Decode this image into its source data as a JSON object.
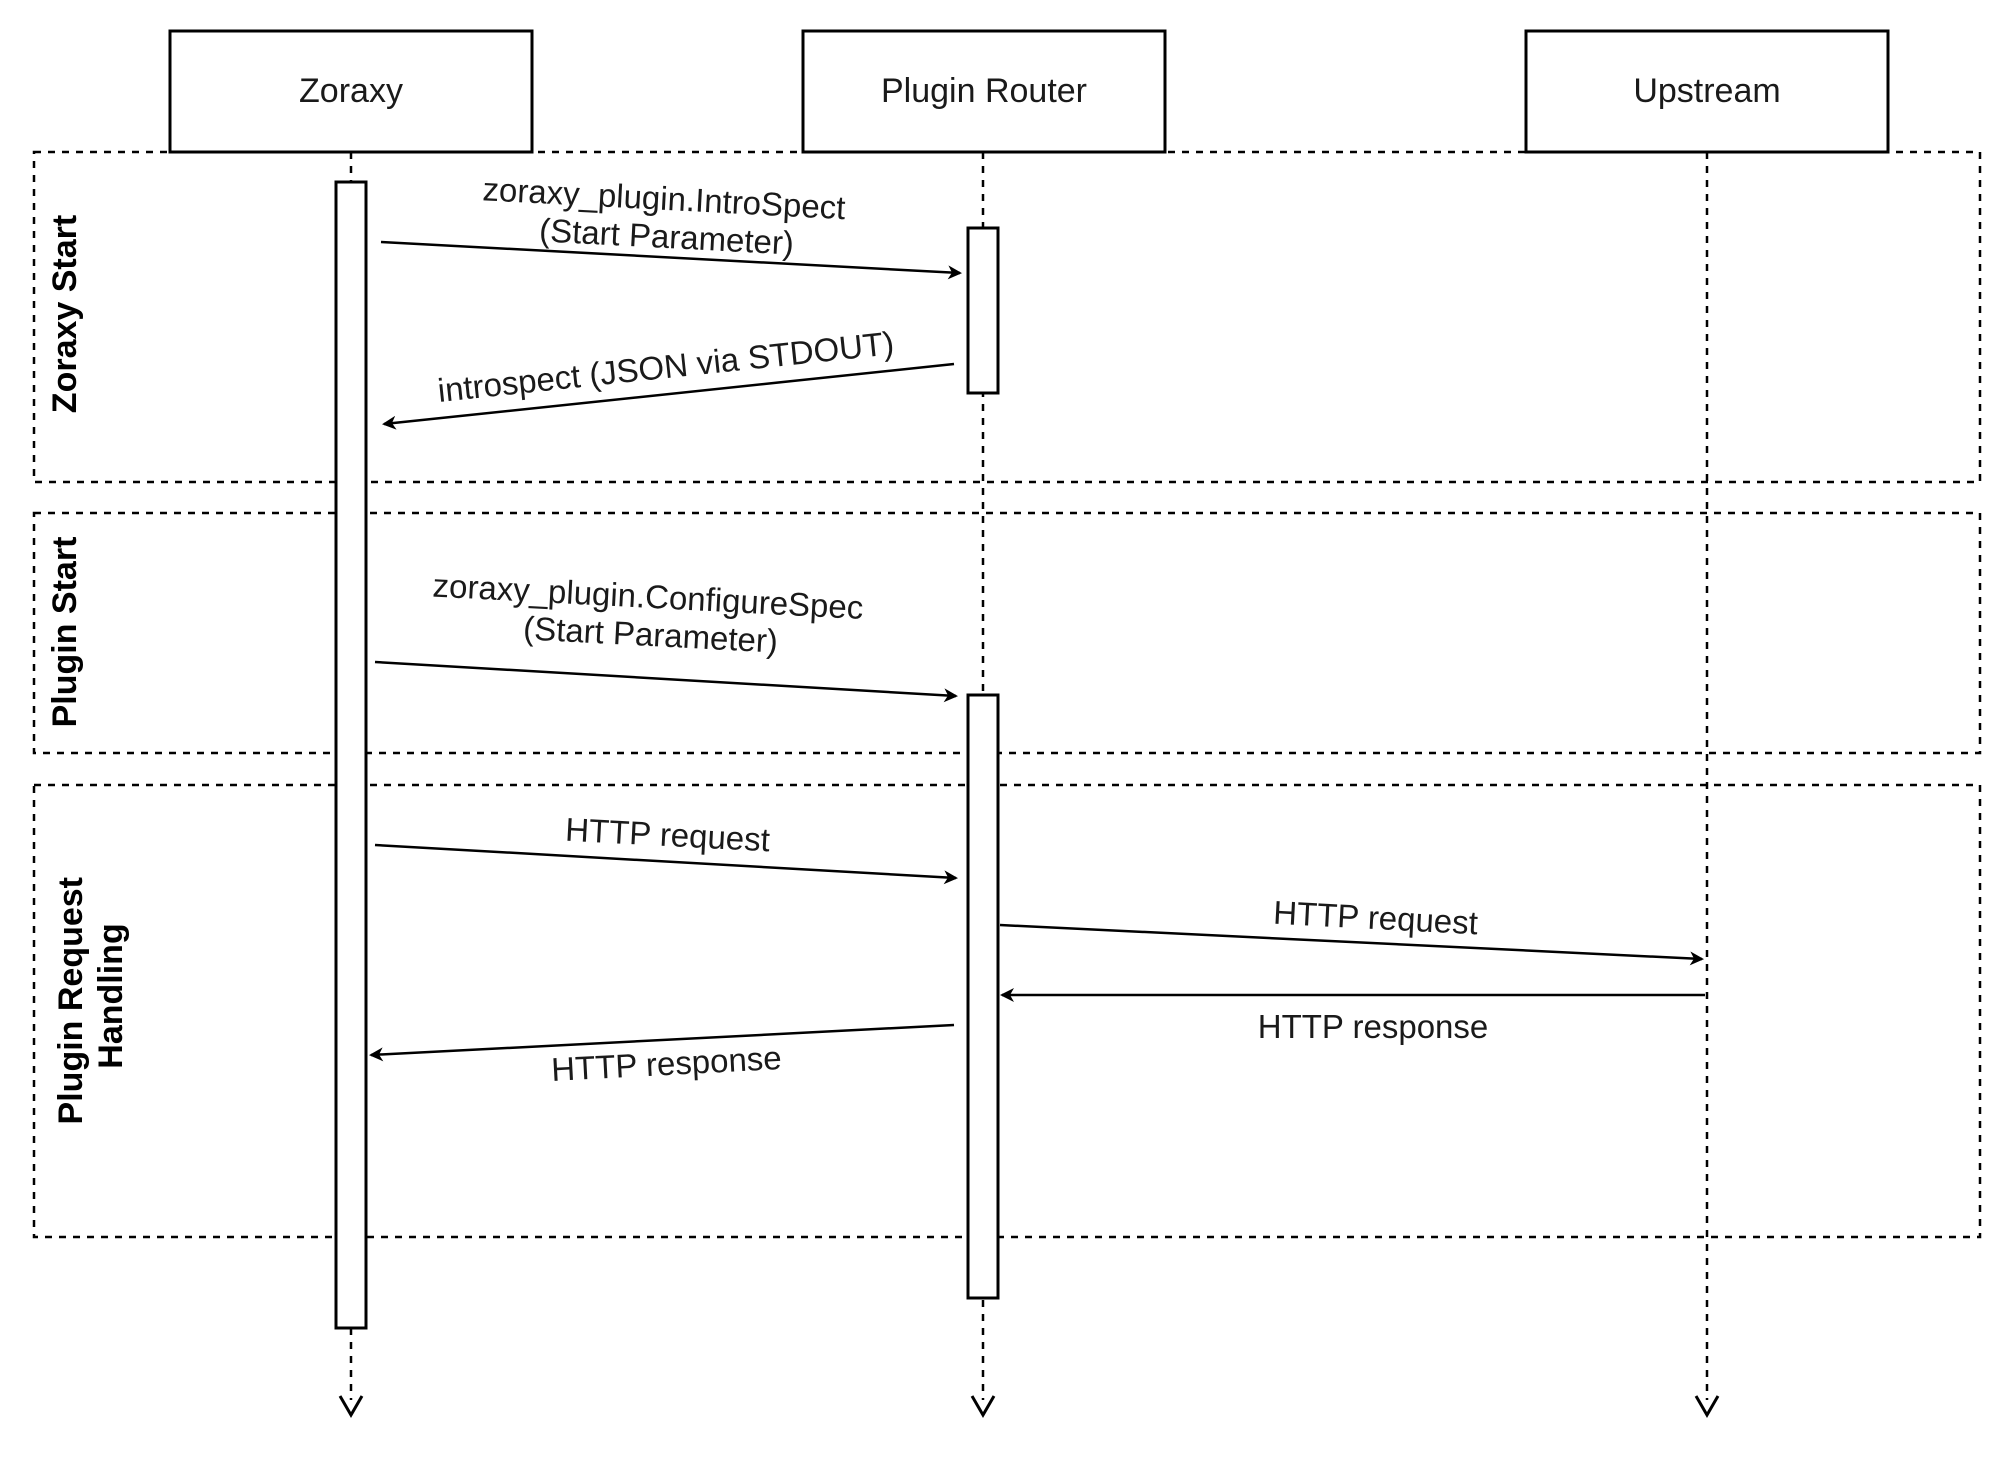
{
  "participants": [
    {
      "id": "zoraxy",
      "label": "Zoraxy"
    },
    {
      "id": "plugin_router",
      "label": "Plugin Router"
    },
    {
      "id": "upstream",
      "label": "Upstream"
    }
  ],
  "frames": [
    {
      "id": "zoraxy_start",
      "lines": [
        "Zoraxy Start"
      ]
    },
    {
      "id": "plugin_start",
      "lines": [
        "Plugin Start"
      ]
    },
    {
      "id": "plugin_request_handling",
      "lines": [
        "Plugin Request",
        "Handling"
      ]
    }
  ],
  "messages": [
    {
      "id": "m1",
      "from": "zoraxy",
      "to": "plugin_router",
      "lines": [
        "zoraxy_plugin.IntroSpect",
        "(Start Parameter)"
      ]
    },
    {
      "id": "m2",
      "from": "plugin_router",
      "to": "zoraxy",
      "lines": [
        "introspect (JSON via STDOUT)"
      ]
    },
    {
      "id": "m3",
      "from": "zoraxy",
      "to": "plugin_router",
      "lines": [
        "zoraxy_plugin.ConfigureSpec",
        "(Start Parameter)"
      ]
    },
    {
      "id": "m4",
      "from": "zoraxy",
      "to": "plugin_router",
      "lines": [
        "HTTP request"
      ]
    },
    {
      "id": "m5",
      "from": "plugin_router",
      "to": "upstream",
      "lines": [
        "HTTP request"
      ]
    },
    {
      "id": "m6",
      "from": "upstream",
      "to": "plugin_router",
      "lines": [
        "HTTP response"
      ]
    },
    {
      "id": "m7",
      "from": "plugin_router",
      "to": "zoraxy",
      "lines": [
        "HTTP response"
      ]
    }
  ]
}
